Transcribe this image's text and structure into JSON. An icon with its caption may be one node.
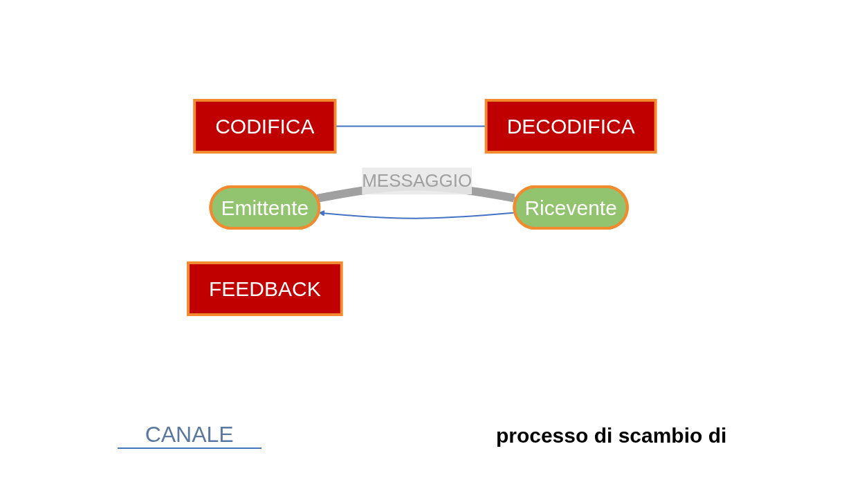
{
  "diagram": {
    "nodes": [
      {
        "text": [
          "CODIFICA"
        ]
      },
      {
        "text": [
          "DECODIFICA"
        ]
      },
      {
        "text": [
          "Emittente"
        ]
      },
      {
        "text": [
          "Ricevente"
        ]
      },
      {
        "text": [
          "FEEDBACK"
        ]
      }
    ],
    "edges": [
      {
        "from": 0,
        "to": 1,
        "arrow": "none",
        "color": "#4472c4"
      },
      {
        "from": 2,
        "to": 3,
        "arrow": "to",
        "label": "MESSAGGIO",
        "style": "thick",
        "color": "#a0a0a0"
      },
      {
        "from": 3,
        "to": 2,
        "arrow": "to",
        "color": "#4472c4"
      }
    ],
    "labels": [
      "CANALE",
      "processo di scambio di"
    ]
  }
}
